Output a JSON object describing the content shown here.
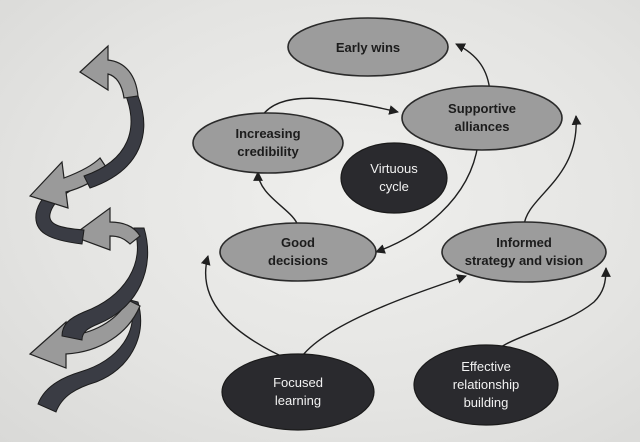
{
  "diagram": {
    "nodes": {
      "early_wins": "Early wins",
      "supportive_alliances": [
        "Supportive",
        "alliances"
      ],
      "increasing_credibility": [
        "Increasing",
        "credibility"
      ],
      "virtuous_cycle": [
        "Virtuous",
        "cycle"
      ],
      "good_decisions": [
        "Good",
        "decisions"
      ],
      "informed_strategy": [
        "Informed",
        "strategy and vision"
      ],
      "focused_learning": [
        "Focused",
        "learning"
      ],
      "effective_relationship": [
        "Effective",
        "relationship",
        "building"
      ]
    },
    "colors": {
      "grey_node_fill": "#9c9c9c",
      "dark_node_fill": "#2a2a2e",
      "background": "#e6e6e4"
    }
  }
}
